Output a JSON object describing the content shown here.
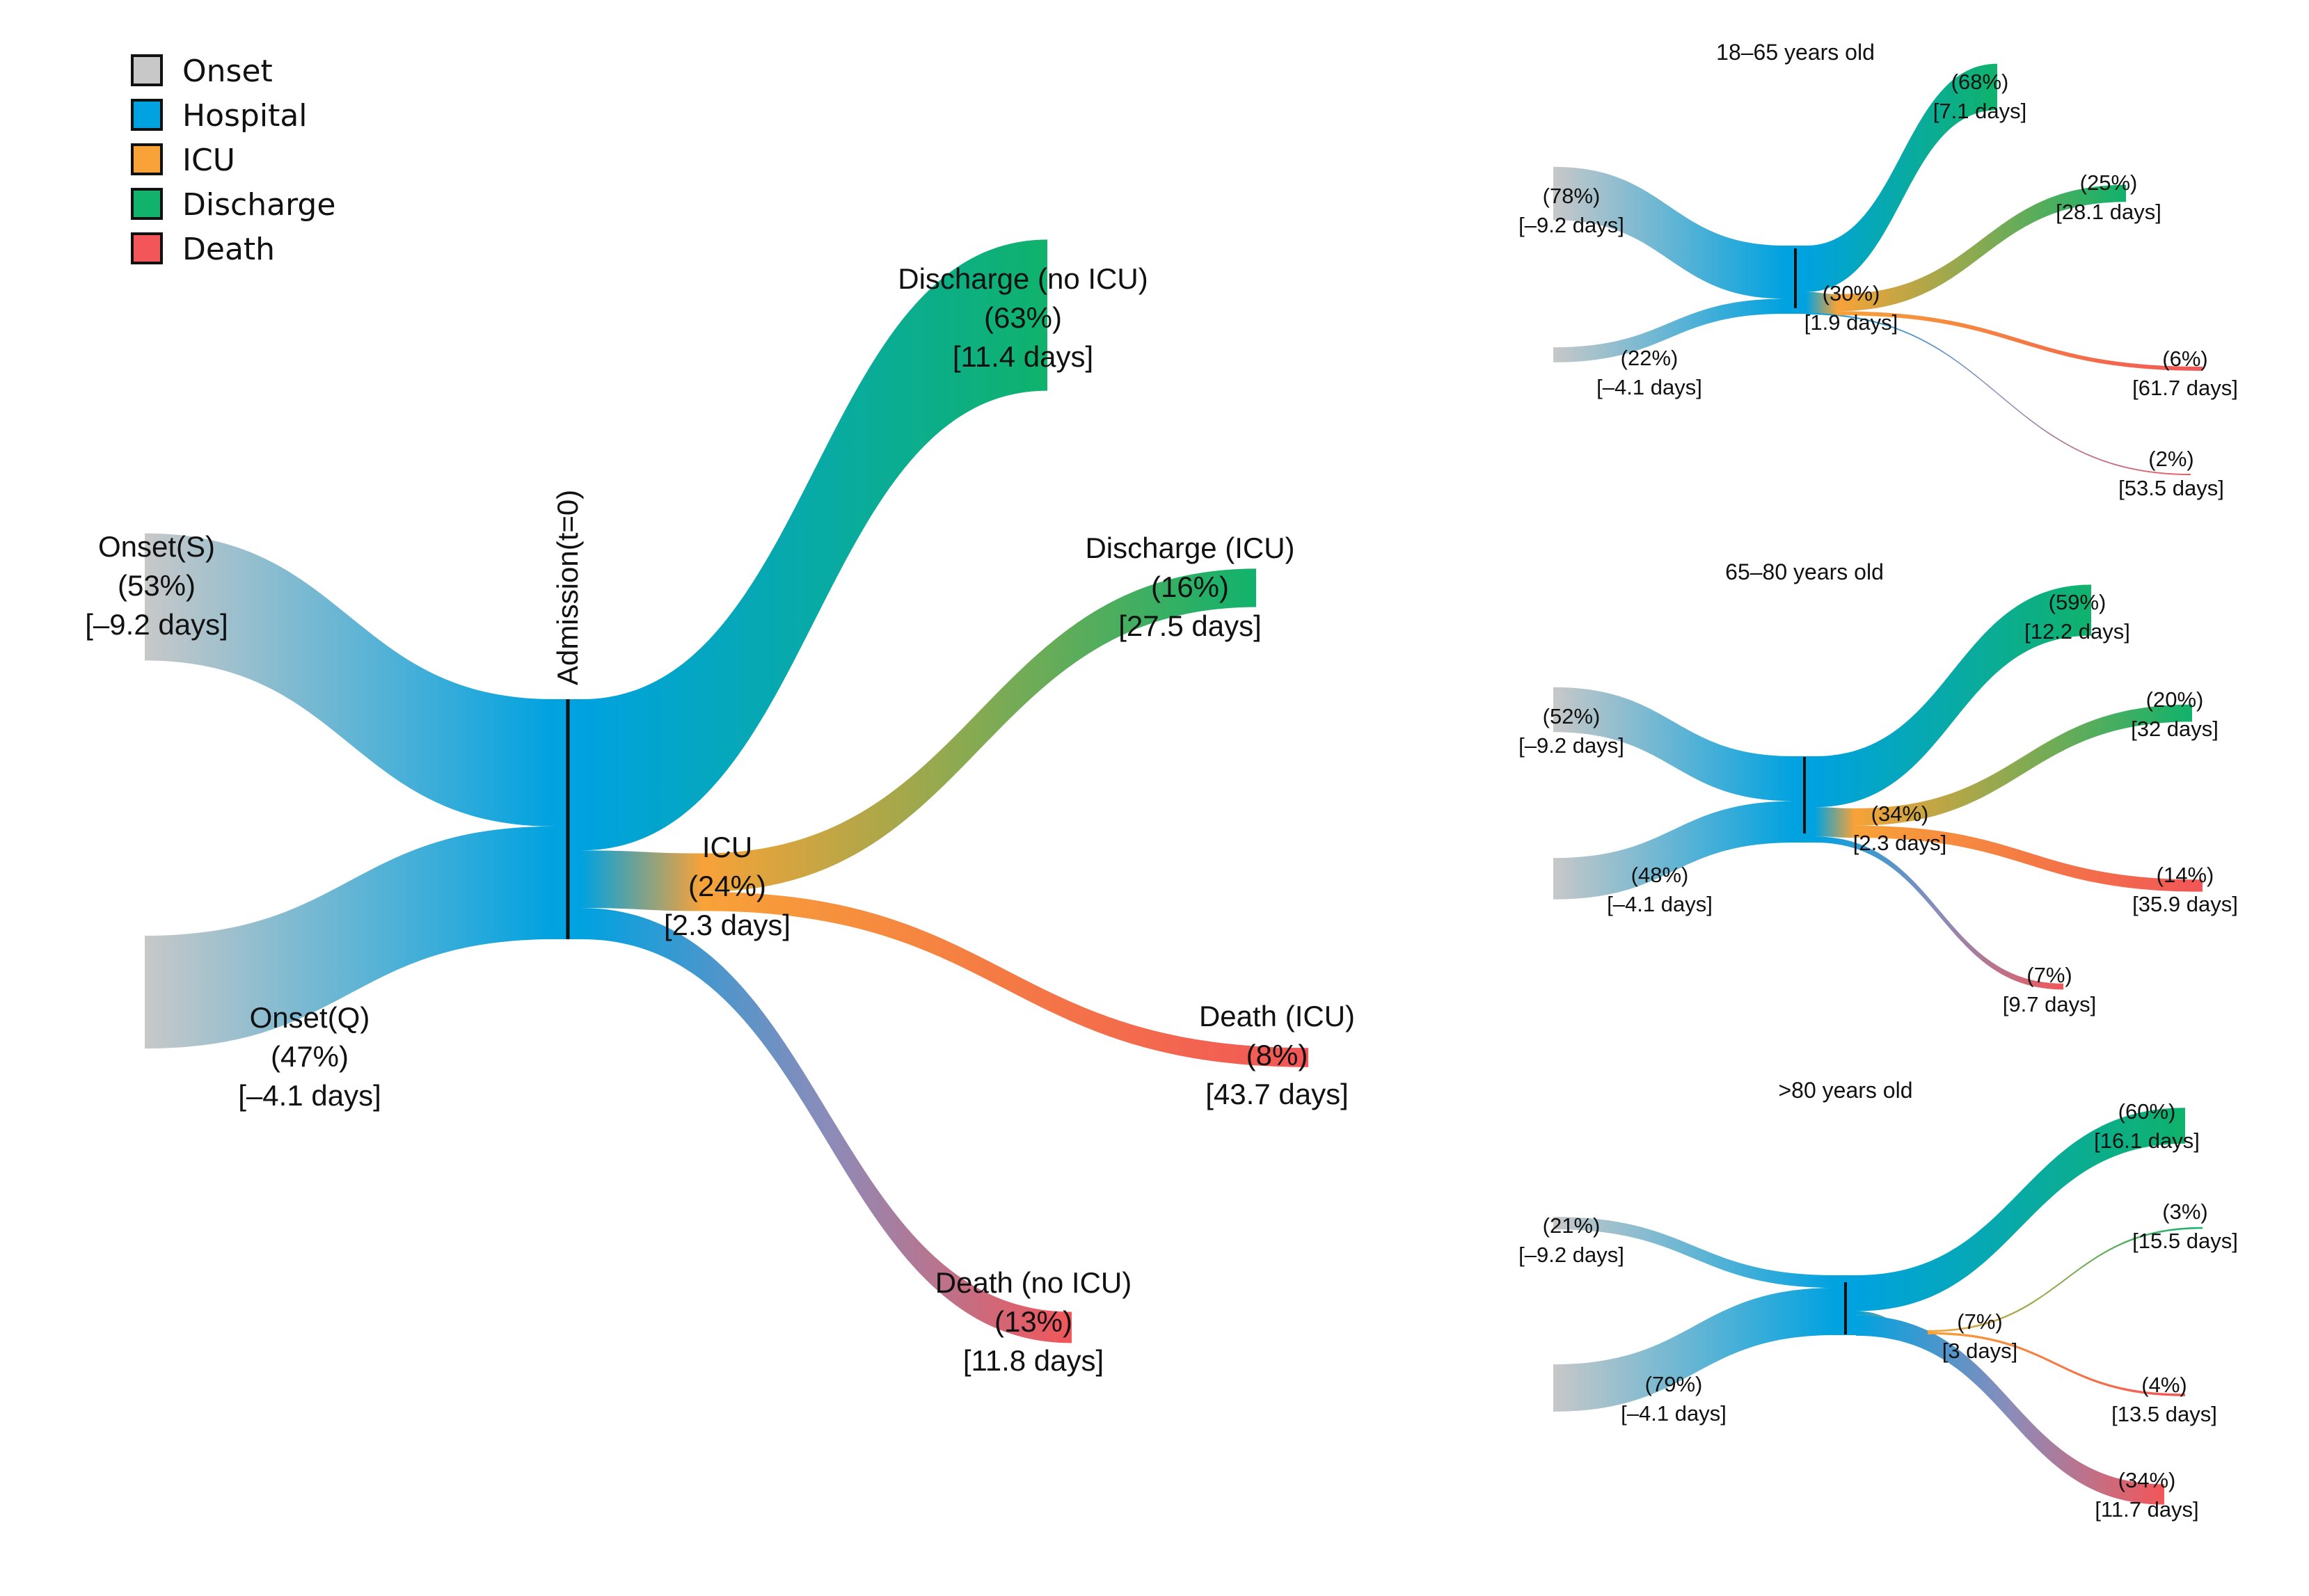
{
  "legend": {
    "items": [
      {
        "label": "Onset",
        "color": "#c8c8c8"
      },
      {
        "label": "Hospital",
        "color": "#00a2e0"
      },
      {
        "label": "ICU",
        "color": "#f8a238"
      },
      {
        "label": "Discharge",
        "color": "#10b26c"
      },
      {
        "label": "Death",
        "color": "#f25658"
      }
    ]
  },
  "colors": {
    "onset": "#c8c8c8",
    "hospital": "#00a2e0",
    "icu": "#f8a238",
    "discharge": "#10b26c",
    "death": "#f25658",
    "death_mid": "#8b8cba",
    "icu_death_mid": "#f47a44"
  },
  "main": {
    "axis_label": "Admission(t=0)",
    "nodes": {
      "onset_s": {
        "name": "Onset(S)",
        "pct": "(53%)",
        "days": "[–9.2 days]",
        "value": 53
      },
      "onset_q": {
        "name": "Onset(Q)",
        "pct": "(47%)",
        "days": "[–4.1 days]",
        "value": 47
      },
      "icu": {
        "name": "ICU",
        "pct": "(24%)",
        "days": "[2.3 days]",
        "value": 24
      },
      "discharge_no_icu": {
        "name": "Discharge (no ICU)",
        "pct": "(63%)",
        "days": "[11.4 days]",
        "value": 63
      },
      "discharge_icu": {
        "name": "Discharge (ICU)",
        "pct": "(16%)",
        "days": "[27.5 days]",
        "value": 16
      },
      "death_icu": {
        "name": "Death (ICU)",
        "pct": "(8%)",
        "days": "[43.7 days]",
        "value": 8
      },
      "death_no_icu": {
        "name": "Death (no ICU)",
        "pct": "(13%)",
        "days": "[11.8 days]",
        "value": 13
      }
    }
  },
  "panels": [
    {
      "title": "18–65 years old",
      "onset_s": {
        "pct": "(78%)",
        "days": "[–9.2 days]",
        "value": 78
      },
      "onset_q": {
        "pct": "(22%)",
        "days": "[–4.1 days]",
        "value": 22
      },
      "icu": {
        "pct": "(30%)",
        "days": "[1.9 days]",
        "value": 30
      },
      "discharge_no_icu": {
        "pct": "(68%)",
        "days": "[7.1 days]",
        "value": 68
      },
      "discharge_icu": {
        "pct": "(25%)",
        "days": "[28.1 days]",
        "value": 25
      },
      "death_icu": {
        "pct": "(6%)",
        "days": "[61.7 days]",
        "value": 6
      },
      "death_no_icu": {
        "pct": "(2%)",
        "days": "[53.5 days]",
        "value": 2
      }
    },
    {
      "title": "65–80 years old",
      "onset_s": {
        "pct": "(52%)",
        "days": "[–9.2 days]",
        "value": 52
      },
      "onset_q": {
        "pct": "(48%)",
        "days": "[–4.1 days]",
        "value": 48
      },
      "icu": {
        "pct": "(34%)",
        "days": "[2.3 days]",
        "value": 34
      },
      "discharge_no_icu": {
        "pct": "(59%)",
        "days": "[12.2 days]",
        "value": 59
      },
      "discharge_icu": {
        "pct": "(20%)",
        "days": "[32 days]",
        "value": 20
      },
      "death_icu": {
        "pct": "(14%)",
        "days": "[35.9 days]",
        "value": 14
      },
      "death_no_icu": {
        "pct": "(7%)",
        "days": "[9.7 days]",
        "value": 7
      }
    },
    {
      "title": ">80 years old",
      "onset_s": {
        "pct": "(21%)",
        "days": "[–9.2 days]",
        "value": 21
      },
      "onset_q": {
        "pct": "(79%)",
        "days": "[–4.1 days]",
        "value": 79
      },
      "icu": {
        "pct": "(7%)",
        "days": "[3 days]",
        "value": 7
      },
      "discharge_no_icu": {
        "pct": "(60%)",
        "days": "[16.1 days]",
        "value": 60
      },
      "discharge_icu": {
        "pct": "(3%)",
        "days": "[15.5 days]",
        "value": 3
      },
      "death_icu": {
        "pct": "(4%)",
        "days": "[13.5 days]",
        "value": 4
      },
      "death_no_icu": {
        "pct": "(34%)",
        "days": "[11.7 days]",
        "value": 34
      }
    }
  ]
}
